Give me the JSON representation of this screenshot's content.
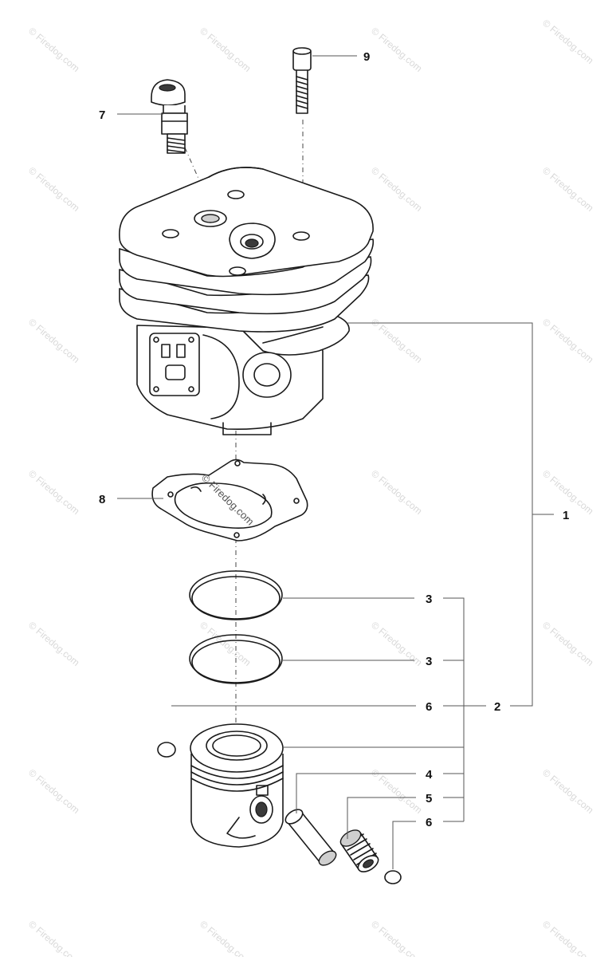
{
  "watermark": "© Firedog.com",
  "callouts": {
    "c1": "1",
    "c2": "2",
    "c3a": "3",
    "c3b": "3",
    "c4": "4",
    "c5": "5",
    "c6a": "6",
    "c6b": "6",
    "c7": "7",
    "c8": "8",
    "c9": "9"
  }
}
